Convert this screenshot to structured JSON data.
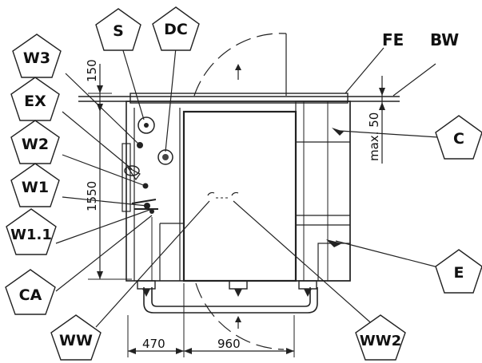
{
  "callouts": {
    "s": "S",
    "dc": "DC",
    "w3": "W3",
    "ex": "EX",
    "w2": "W2",
    "w1": "W1",
    "w1_1": "W1.1",
    "ca": "CA",
    "ww": "WW",
    "ww2": "WW2",
    "fe": "FE",
    "bw": "BW",
    "c": "C",
    "e": "E"
  },
  "dimensions": {
    "d150": "150",
    "d1550": "1550",
    "d50": "max. 50",
    "d470": "470",
    "d960": "960"
  }
}
